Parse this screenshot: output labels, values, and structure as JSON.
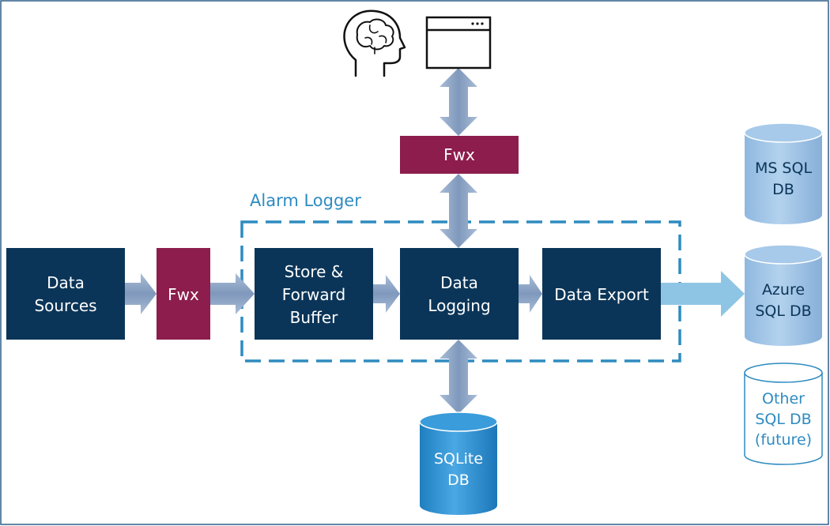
{
  "diagram": {
    "group_label": "Alarm Logger",
    "boxes": {
      "data_sources": [
        "Data",
        "Sources"
      ],
      "fwx_left": [
        "Fwx"
      ],
      "fwx_top": [
        "Fwx"
      ],
      "store_forward": [
        "Store &",
        "Forward",
        "Buffer"
      ],
      "data_logging": [
        "Data",
        "Logging"
      ],
      "data_export": [
        "Data Export"
      ]
    },
    "databases": {
      "sqlite": [
        "SQLite",
        "DB"
      ],
      "mssql": [
        "MS SQL",
        "DB"
      ],
      "azure": [
        "Azure",
        "SQL DB"
      ],
      "other": [
        "Other",
        "SQL DB",
        "(future)"
      ]
    },
    "icons": {
      "brain": "brain-head-icon",
      "browser": "browser-window-icon"
    },
    "colors": {
      "navy": "#0b3558",
      "fwx": "#8c1d4d",
      "arrow": "#8aa3c4",
      "arrow_light": "#8ec5e4",
      "group_border": "#2e8bc0",
      "db_fill": "#9dc3e6",
      "sqlite_fill": "#2b93d3"
    }
  }
}
